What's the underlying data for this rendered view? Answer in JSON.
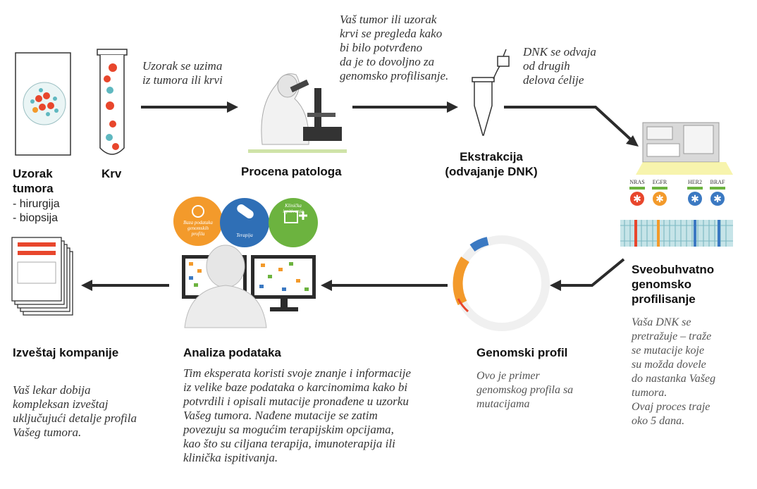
{
  "steps": {
    "tumor_sample": {
      "title_lines": [
        "Uzorak",
        "tumora"
      ],
      "items": [
        "- hirurgija",
        "- biopsija"
      ]
    },
    "blood": {
      "title": "Krv"
    },
    "sample_note": {
      "lines": [
        "Uzorak se uzima",
        "iz tumora ili krvi"
      ]
    },
    "pathologist": {
      "title": "Procena patologa"
    },
    "pathology_note": {
      "lines": [
        "Vaš tumor ili uzorak",
        "krvi se pregleda kako",
        "bi bilo potvrđeno",
        "da je to dovoljno za",
        "genomsko profilisanje."
      ]
    },
    "extraction": {
      "title_lines": [
        "Ekstrakcija",
        "(odvajanje DNK)"
      ]
    },
    "extraction_note": {
      "lines": [
        "DNK se odvaja",
        "od drugih",
        "delova ćelije"
      ]
    },
    "profiling": {
      "title_lines": [
        "Sveobuhvatno",
        "genomsko",
        "profilisanje"
      ],
      "desc_lines": [
        "Vaša DNK se",
        "pretražuje – traže",
        "se mutacije koje",
        "su možda dovele",
        "do nastanka Vašeg",
        "tumora.",
        "Ovaj proces traje",
        "oko 5 dana."
      ],
      "genes": [
        "NRAS",
        "EGFR",
        "HER2",
        "BRAF"
      ]
    },
    "genomic_profile": {
      "title": "Genomski profil",
      "desc_lines": [
        "Ovo je primer",
        "genomskog profila sa",
        "mutacijama"
      ]
    },
    "analysis": {
      "title": "Analiza podataka",
      "desc_lines": [
        "Tim eksperata koristi svoje znanje i informacije",
        "iz velike baze podataka o karcinomima kako bi",
        "potvrdili i opisali mutacije pronađene u uzorku",
        "Vašeg tumora. Nađene mutacije se zatim",
        "povezuju sa mogućim terapijskim opcijama,",
        "kao što su ciljana terapija, imunoterapija ili",
        "klinička ispitivanja."
      ],
      "badges": [
        {
          "lines": [
            "Baza podataka",
            "genomskih",
            "profila"
          ],
          "color": "#f39a2b"
        },
        {
          "lines": [
            "Terapija"
          ],
          "color": "#2f6fb6"
        },
        {
          "lines": [
            "Klinička",
            "ispitivanja"
          ],
          "color": "#6cb33f"
        }
      ]
    },
    "report": {
      "title": "Izveštaj kompanije",
      "desc_lines": [
        "Vaš lekar dobija",
        "kompleksan izveštaj",
        "uključujući detalje profila",
        "Vašeg tumora."
      ]
    }
  },
  "colors": {
    "orange": "#f39a2b",
    "red": "#e8462c",
    "blue": "#3b79c2",
    "green": "#6cb33f",
    "teal": "#5fb8c0",
    "arrow": "#2b2b2b"
  }
}
